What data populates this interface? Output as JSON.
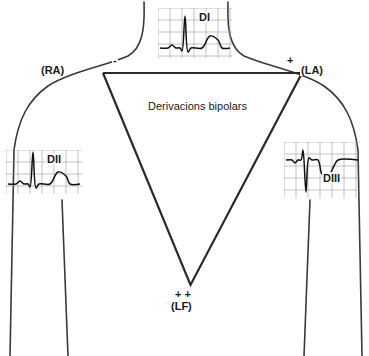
{
  "diagram": {
    "nodes": [
      {
        "text": [
          "Derivacions bipolars"
        ]
      },
      {
        "text": [
          "DI"
        ]
      },
      {
        "text": [
          "DII"
        ]
      },
      {
        "text": [
          "DIII"
        ]
      }
    ],
    "labels": [
      "(RA)",
      "-",
      "(LA)",
      "+",
      "(LF)",
      "+ +"
    ]
  }
}
